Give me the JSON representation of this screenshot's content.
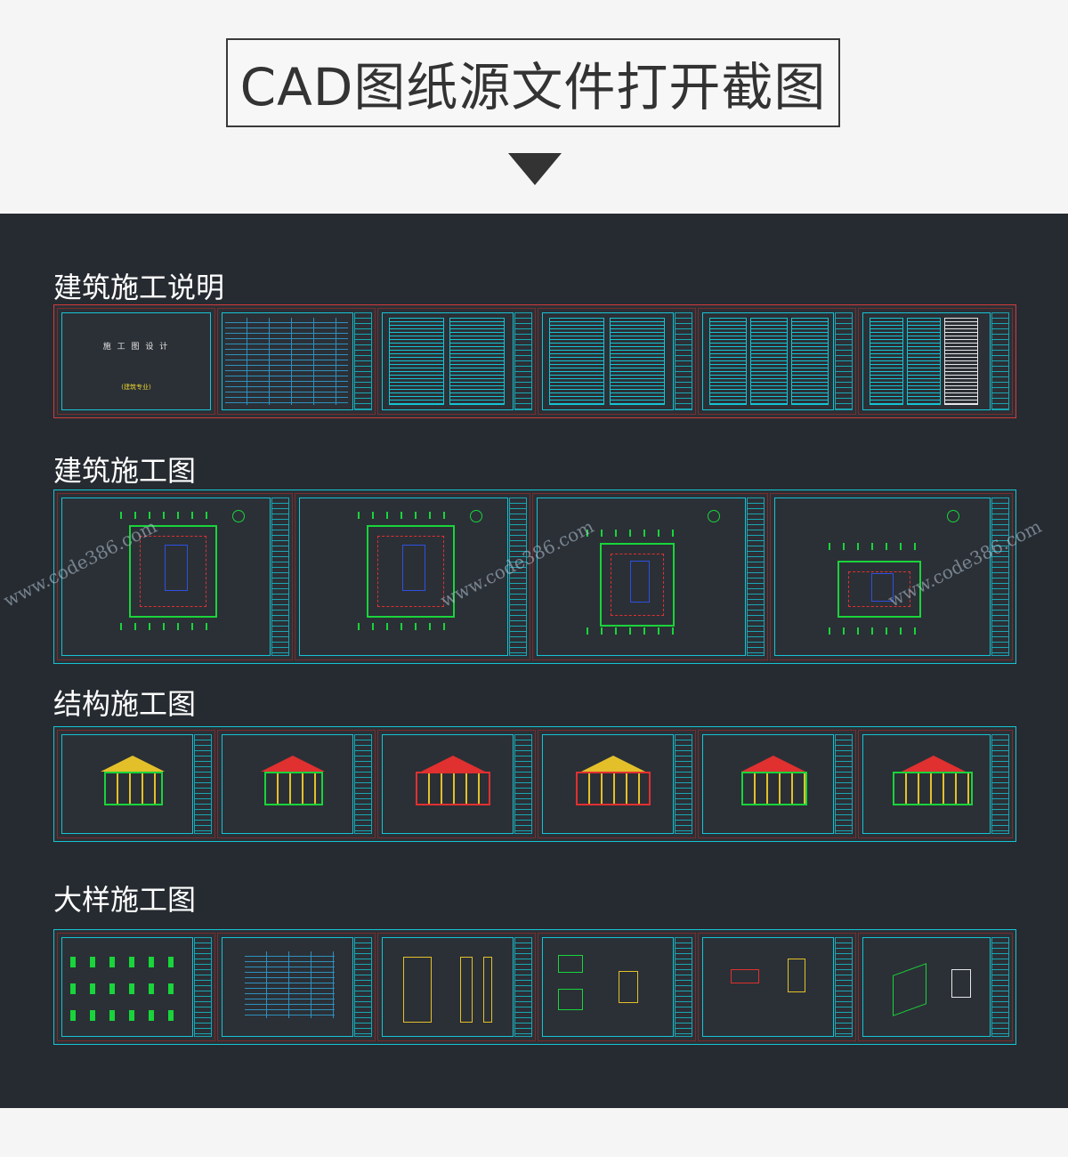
{
  "header": {
    "title": "CAD图纸源文件打开截图"
  },
  "sections": [
    {
      "title": "建筑施工说明"
    },
    {
      "title": "建筑施工图"
    },
    {
      "title": "结构施工图"
    },
    {
      "title": "大样施工图"
    }
  ],
  "cover": {
    "title": "施 工 图 设 计",
    "subtitle": "(建筑专业)"
  },
  "watermark": "www.code386.com",
  "colors": {
    "background": "#f5f5f5",
    "panel": "#262b31",
    "cad_cyan": "#16c3d3",
    "cad_green": "#19d43a",
    "cad_red": "#d23b3b",
    "cad_yellow": "#e3c02a"
  }
}
